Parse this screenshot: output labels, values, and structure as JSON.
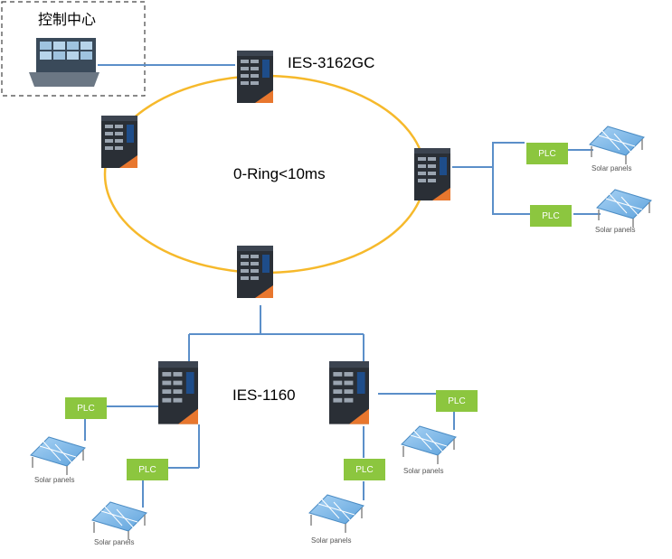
{
  "control_center": {
    "title": "控制中心"
  },
  "ring": {
    "label": "0-Ring<10ms"
  },
  "switch_models": {
    "core": "IES-3162GC",
    "edge": "IES-1160"
  },
  "plc_label": "PLC",
  "solar_label": "Solar panels",
  "colors": {
    "ring": "#f6b92b",
    "link": "#5b8fc9",
    "plc": "#8cc63f",
    "switch_body": "#2a2f36",
    "switch_accent": "#e8772e",
    "panel": "#7bb6e8"
  }
}
